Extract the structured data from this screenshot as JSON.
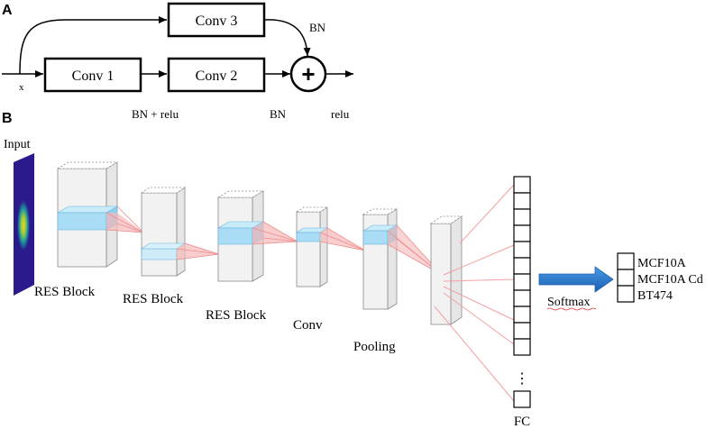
{
  "panel_a": {
    "panel_label": "A",
    "input_label": "x",
    "conv1": "Conv 1",
    "conv2": "Conv 2",
    "conv3": "Conv 3",
    "sum_symbol": "+",
    "bn_skip": "BN",
    "bn_relu": "BN + relu",
    "bn_main": "BN",
    "relu": "relu"
  },
  "panel_b": {
    "panel_label": "B",
    "input_label": "Input",
    "stages": [
      "RES Block",
      "RES Block",
      "RES Block",
      "Conv",
      "Pooling"
    ],
    "fc_ellipsis": "⋮",
    "fc_label": "FC",
    "softmax_label": "Softmax",
    "classes": [
      "MCF10A",
      "MCF10A Cd",
      "BT474"
    ]
  },
  "colors": {
    "block_face": "#f1f1f1",
    "block_edge": "#8a8a8a",
    "highlight": "#a9dcf5",
    "projection": "#f08a8a",
    "arrow": "#1f6fc4",
    "input_bg": "#2a1a8c"
  }
}
